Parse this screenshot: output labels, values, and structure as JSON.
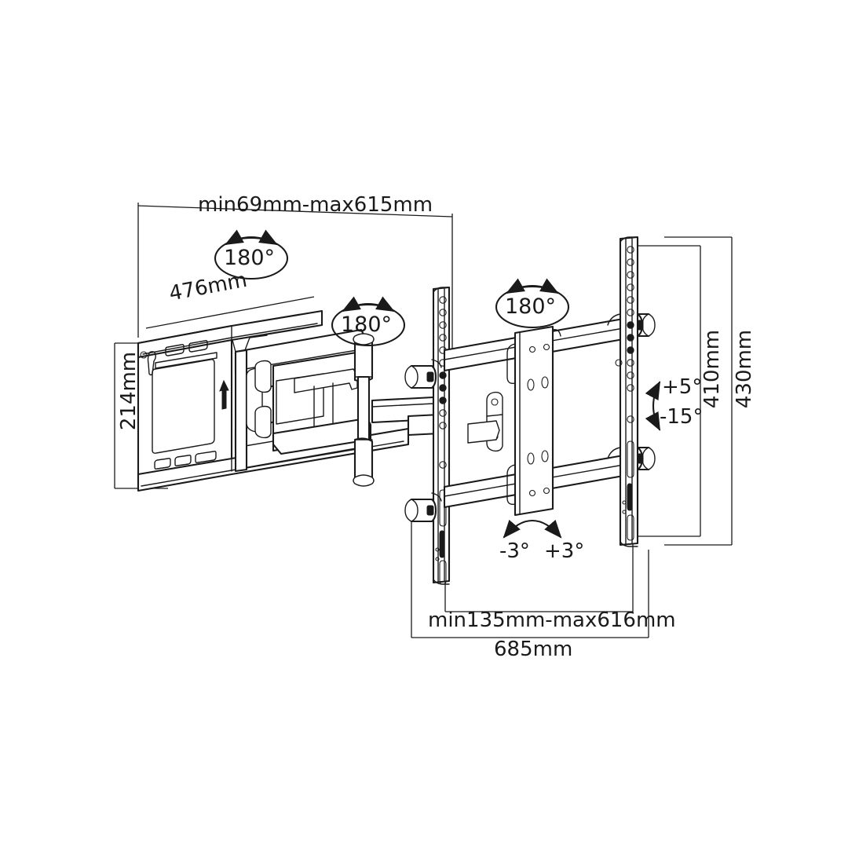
{
  "drawing": {
    "title": "Full-motion TV wall mount technical dimension drawing",
    "units": "mm",
    "line_color": "#1a1a1a",
    "fill_color": "#ffffff",
    "background": "#ffffff"
  },
  "dimensions": {
    "extension_range": "min69mm-max615mm",
    "wall_plate_width": "476mm",
    "wall_plate_height": "214mm",
    "vesa_height_inner": "410mm",
    "bracket_height_outer": "430mm",
    "depth_range": "min135mm-max616mm",
    "overall_width": "685mm"
  },
  "annotations": {
    "swivel_arm_left": "180°",
    "swivel_arm_mid": "180°",
    "swivel_bracket_right": "180°",
    "tilt_up": "+5°",
    "tilt_down": "-15°",
    "level_left": "-3°",
    "level_right": "+3°"
  },
  "callout_labels": {
    "rotation_badge_1": "180°",
    "rotation_badge_2": "180°",
    "rotation_badge_3": "180°"
  }
}
